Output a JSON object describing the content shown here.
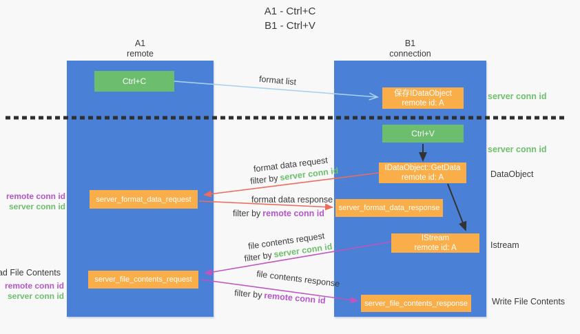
{
  "title": {
    "line1": "A1 - Ctrl+C",
    "line2": "B1 - Ctrl+V"
  },
  "columns": {
    "a1": {
      "name": "A1",
      "subtitle": "remote"
    },
    "b1": {
      "name": "B1",
      "subtitle": "connection"
    }
  },
  "boxes": {
    "ctrl_c": "Ctrl+C",
    "ctrl_v": "Ctrl+V",
    "save_idataobject": {
      "line1": "保存IDataObject",
      "line2": "remote id: A"
    },
    "getdata": {
      "line1": "IDataObject::GetData",
      "line2": "remote id: A"
    },
    "istream": {
      "line1": "IStream",
      "line2": "remote id: A"
    },
    "format_request": "server_format_data_request",
    "format_response": "server_format_data_response",
    "file_request": "server_file_contents_request",
    "file_response": "server_file_contents_response"
  },
  "side_labels": {
    "server_conn_id_top": "server conn id",
    "server_conn_id_mid": "server conn id",
    "dataobject": "DataObject",
    "istream": "Istream",
    "write_file_contents": "Write File Contents",
    "read_file_contents": "Read File Contents",
    "remote_conn_id_left1": "remote conn id",
    "server_conn_id_left1": "server conn id",
    "remote_conn_id_left2": "remote conn id",
    "server_conn_id_left2": "server conn id"
  },
  "arrow_labels": {
    "format_list": "format list",
    "format_request_line1": "format data request",
    "format_request_filter_prefix": "filter by",
    "format_request_filter_value": "server conn id",
    "format_response_line1": "format data response",
    "format_response_filter_prefix": "filter by",
    "format_response_filter_value": "remote conn id",
    "file_request_line1": "file contents request",
    "file_request_filter_prefix": "filter by",
    "file_request_filter_value": "server conn id",
    "file_response_line1": "file contents response",
    "file_response_filter_prefix": "filter by",
    "file_response_filter_value": "remote conn id"
  },
  "colors": {
    "background": "#f8f8f8",
    "lifeline_blue": "#4a80d5",
    "node_green": "#6dbd6e",
    "node_orange": "#f9ae49",
    "arrow_light_blue": "#a9d2ef",
    "arrow_red": "#ed6c5e",
    "arrow_magenta": "#c055c0",
    "arrow_black": "#333333",
    "text_green": "#6cbf6c",
    "text_purple": "#b455c8",
    "text_dark": "#3a3a3a"
  }
}
